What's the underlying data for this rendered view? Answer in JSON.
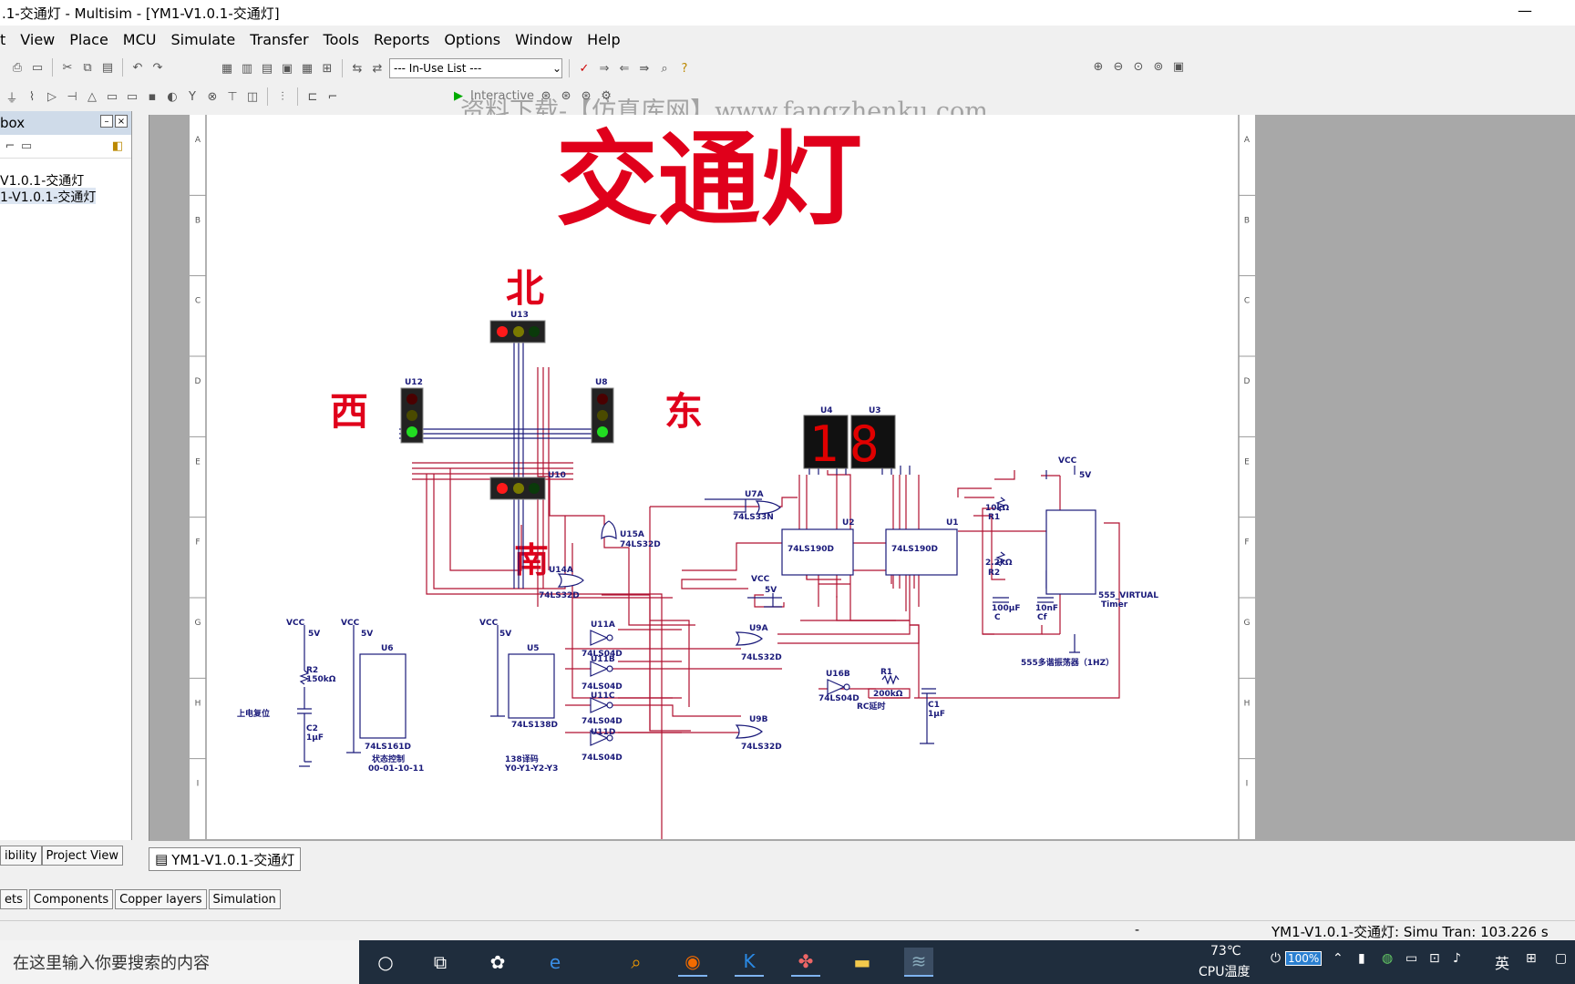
{
  "window": {
    "title": ".1-交通灯 - Multisim - [YM1-V1.0.1-交通灯]",
    "minimize": "—"
  },
  "menu": [
    "View",
    "Place",
    "MCU",
    "Simulate",
    "Transfer",
    "Tools",
    "Reports",
    "Options",
    "Window",
    "Help"
  ],
  "menu_first": "t",
  "toolbar": {
    "in_use_list": "--- In-Use List ---",
    "interactive": "Interactive",
    "watermark": "资料下载-【仿真库网】www.fangzhenku.com"
  },
  "left_panel": {
    "header": "box",
    "tree": [
      "V1.0.1-交通灯",
      "1-V1.0.1-交通灯"
    ],
    "tabs": [
      "ibility",
      "Project View"
    ]
  },
  "doc_tab": "YM1-V1.0.1-交通灯",
  "bottom_tabs": [
    "ets",
    "Components",
    "Copper layers",
    "Simulation"
  ],
  "status": {
    "dash": "-",
    "text": "YM1-V1.0.1-交通灯: Simu Tran: 103.226 s"
  },
  "taskbar": {
    "search_placeholder": "在这里输入你要搜索的内容",
    "temp": "73℃",
    "cpu": "CPU温度",
    "battery": "100%",
    "ime": "英"
  },
  "schematic": {
    "title": "交通灯",
    "directions": {
      "north": "北",
      "south": "南",
      "west": "西",
      "east": "东"
    },
    "row_labels": [
      "A",
      "B",
      "C",
      "D",
      "E",
      "F",
      "G",
      "H",
      "I"
    ],
    "display": "18",
    "colors": {
      "title": "#e0001b",
      "wire": "#b01030",
      "label": "#1a1a7a",
      "red": "#ff1a1a",
      "yellow": "#7a7a00",
      "green": "#22dd22",
      "seg": "#e00000"
    },
    "labels": {
      "U13": "U13",
      "U12": "U12",
      "U8": "U8",
      "U10": "U10",
      "U4": "U4",
      "U3": "U3",
      "U7A": "U7A",
      "U7A_type": "74LS33N",
      "U2": "U2",
      "U1": "U1",
      "U2_type": "74LS190D",
      "U1_type": "74LS190D",
      "U15A": "U15A",
      "U15A_type": "74LS32D",
      "U14A": "U14A",
      "U14A_type": "74LS32D",
      "U6": "U6",
      "U6_type": "74LS161D",
      "U5": "U5",
      "U5_type": "74LS138D",
      "U11A": "U11A",
      "U11B": "U11B",
      "U11C": "U11C",
      "U11D": "U11D",
      "U04": "74LS04D",
      "U9A": "U9A",
      "U9A_type": "74LS32D",
      "U9B": "U9B",
      "U9B_type": "74LS32D",
      "U16B": "U16B",
      "U16B_type": "74LS04D",
      "R1": "R1",
      "R1_val": "200kΩ",
      "rc": "RC延时",
      "C1": "C1",
      "C1_val": "1μF",
      "vcc": "VCC",
      "v5": "5V",
      "R1t": "10kΩ",
      "R1t_name": "R1",
      "R2t": "2.2kΩ",
      "R2t_name": "R2",
      "C100": "100μF",
      "C100n": "C",
      "C10n": "10nF",
      "C10nn": "Cf",
      "timer": "555_VIRTUAL",
      "timer2": "Timer",
      "osc": "555多谐振荡器（1HZ）",
      "R2b": "R2",
      "R2b_val": "150kΩ",
      "C2": "C2",
      "C2_val": "1μF",
      "reset": "上电复位",
      "state": "状态控制",
      "state_seq": "00-01-10-11",
      "dec": "138译码",
      "dec_seq": "Y0-Y1-Y2-Y3"
    }
  }
}
